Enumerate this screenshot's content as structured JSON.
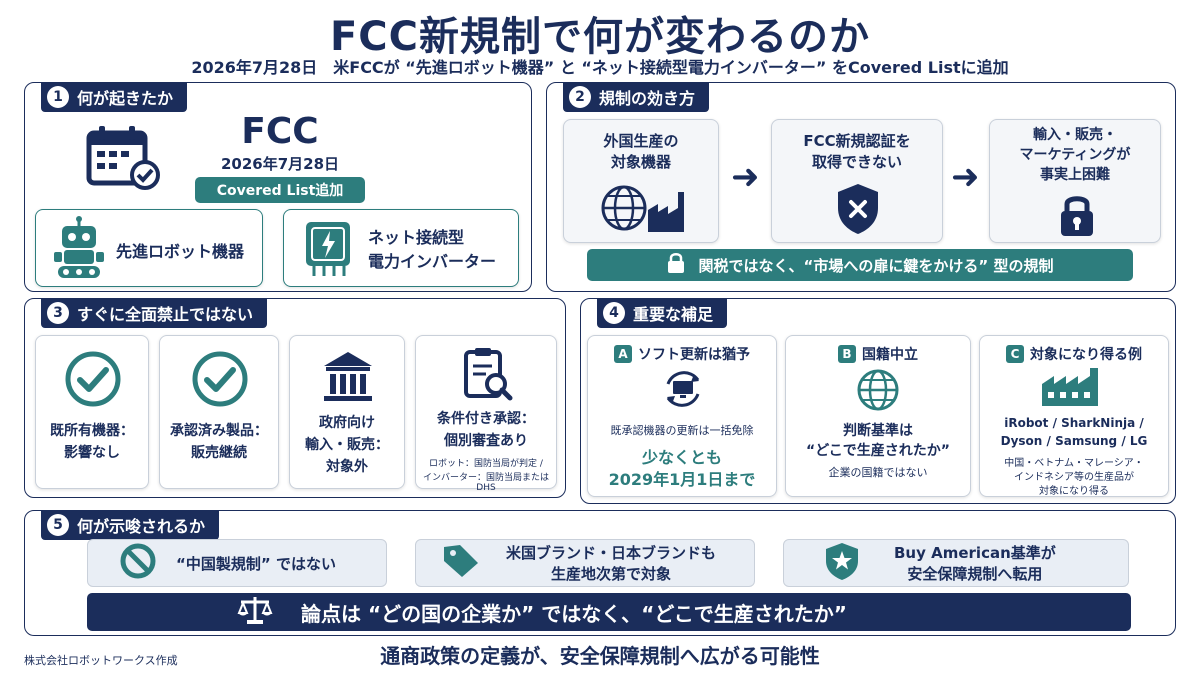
{
  "header": {
    "title": "FCC新規制で何が変わるのか",
    "subtitle": "2026年7月28日　米FCCが “先進ロボット機器” と “ネット接続型電力インバーター” をCovered Listに追加"
  },
  "s1": {
    "num": "1",
    "heading": "何が起きたか",
    "agency": "FCC",
    "date": "2026年7月28日",
    "badge": "Covered List追加",
    "item1": "先進ロボット機器",
    "item2_l1": "ネット接続型",
    "item2_l2": "電力インバーター"
  },
  "s2": {
    "num": "2",
    "heading": "規制の効き方",
    "box1_l1": "外国生産の",
    "box1_l2": "対象機器",
    "box2_l1": "FCC新規認証を",
    "box2_l2": "取得できない",
    "box3_l1": "輸入・販売・",
    "box3_l2": "マーケティングが",
    "box3_l3": "事実上困難",
    "banner": "関税ではなく、“市場への扉に鍵をかける” 型の規制"
  },
  "s3": {
    "num": "3",
    "heading": "すぐに全面禁止ではない",
    "c1_l1": "既所有機器：",
    "c1_l2": "影響なし",
    "c2_l1": "承認済み製品：",
    "c2_l2": "販売継続",
    "c3_l1": "政府向け",
    "c3_l2": "輸入・販売：",
    "c3_l3": "対象外",
    "c4_l1": "条件付き承認：",
    "c4_l2": "個別審査あり",
    "c4_n1": "ロボット：国防当局が判定 /",
    "c4_n2": "インバーター：国防当局またはDHS"
  },
  "s4": {
    "num": "4",
    "heading": "重要な補足",
    "a_letter": "A",
    "a_title": "ソフト更新は猶予",
    "a_text": "既承認機器の更新は一括免除",
    "a_big1": "少なくとも",
    "a_big2": "2029年1月1日まで",
    "b_letter": "B",
    "b_title": "国籍中立",
    "b_l1": "判断基準は",
    "b_l2": "“どこで生産されたか”",
    "b_l3": "企業の国籍ではない",
    "c_letter": "C",
    "c_title": "対象になり得る例",
    "c_l1": "iRobot / SharkNinja /",
    "c_l2": "Dyson / Samsung / LG",
    "c_l3": "中国・ベトナム・マレーシア・",
    "c_l4": "インドネシア等の生産品が",
    "c_l5": "対象になり得る"
  },
  "s5": {
    "num": "5",
    "heading": "何が示唆されるか",
    "p1": "“中国製規制” ではない",
    "p2_l1": "米国ブランド・日本ブランドも",
    "p2_l2": "生産地次第で対象",
    "p3_l1": "Buy American基準が",
    "p3_l2": "安全保障規制へ転用",
    "banner": "論点は “どの国の企業か” ではなく、“どこで生産されたか”"
  },
  "footer": {
    "credit": "株式会社ロボットワークス作成",
    "conclusion": "通商政策の定義が、安全保障規制へ広がる可能性"
  },
  "colors": {
    "navy": "#1b2d5b",
    "teal": "#2d7d7d",
    "light": "#e9eef5"
  }
}
